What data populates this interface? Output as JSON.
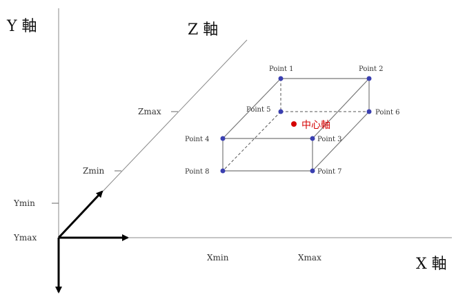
{
  "axes": {
    "y_title": "Y 軸",
    "z_title": "Z 軸",
    "x_title": "X 軸"
  },
  "ticks": {
    "zmax": "Zmax",
    "zmin": "Zmin",
    "ymin": "Ymin",
    "ymax": "Ymax",
    "xmin": "Xmin",
    "xmax": "Xmax"
  },
  "points": {
    "p1": "Point 1",
    "p2": "Point 2",
    "p3": "Point 3",
    "p4": "Point 4",
    "p5": "Point 5",
    "p6": "Point 6",
    "p7": "Point 7",
    "p8": "Point 8"
  },
  "center": {
    "label": "中心軸"
  },
  "colors": {
    "axis": "#000000",
    "line": "#555555",
    "point": "#3a3fb0",
    "center": "#d40000"
  }
}
